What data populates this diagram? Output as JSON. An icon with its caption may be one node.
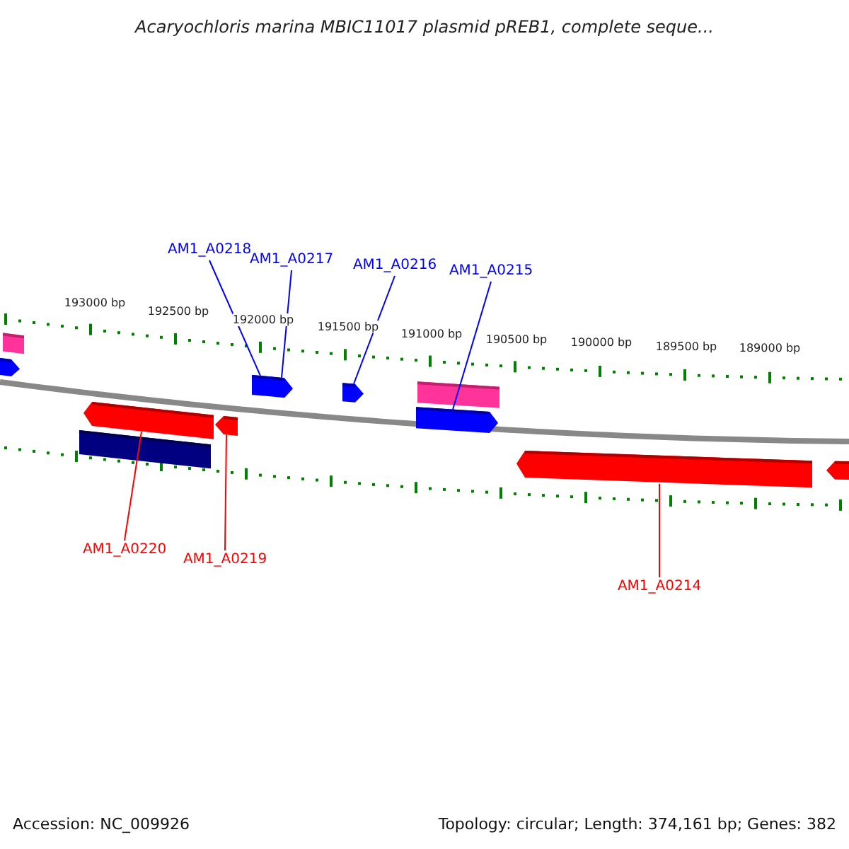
{
  "diagram": {
    "title": "Acaryochloris marina MBIC11017 plasmid pREB1, complete seque...",
    "nodes": [
      {
        "text": [
          "AM1_A0218"
        ]
      },
      {
        "text": [
          "AM1_A0217"
        ]
      },
      {
        "text": [
          "AM1_A0216"
        ]
      },
      {
        "text": [
          "AM1_A0215"
        ]
      },
      {
        "text": [
          "AM1_A0220"
        ]
      },
      {
        "text": [
          "AM1_A0219"
        ]
      },
      {
        "text": [
          "AM1_A0214"
        ]
      },
      {
        "text": [],
        "shape": "bar"
      },
      {
        "text": [],
        "shape": "bar"
      },
      {
        "text": [],
        "shape": "bar"
      },
      {
        "text": [],
        "shape": "bar"
      },
      {
        "text": [],
        "shape": "bar"
      },
      {
        "text": [],
        "shape": "bar"
      },
      {
        "text": [],
        "shape": "bar"
      },
      {
        "text": [],
        "shape": "bar"
      },
      {
        "text": [],
        "shape": "bar"
      }
    ],
    "edges": [
      {
        "from": 0,
        "to": 10,
        "arrow": "none"
      },
      {
        "from": 1,
        "to": 11,
        "arrow": "none"
      },
      {
        "from": 2,
        "to": 12,
        "arrow": "none"
      },
      {
        "from": 3,
        "to": 13,
        "arrow": "none"
      },
      {
        "from": 4,
        "to": 8,
        "arrow": "none",
        "color": "#ff0000"
      },
      {
        "from": 5,
        "to": 9,
        "arrow": "none",
        "color": "#ff0000"
      },
      {
        "from": 6,
        "to": 14,
        "arrow": "none",
        "color": "#ff0000"
      }
    ],
    "labels": [
      "193000 bp",
      "192500 bp",
      "192000 bp",
      "191500 bp",
      "191000 bp",
      "190500 bp",
      "190000 bp",
      "189500 bp",
      "189000 bp",
      "Accession: NC_009926",
      "Topology: circular; Length: 374,161 bp; Genes: 382"
    ]
  }
}
